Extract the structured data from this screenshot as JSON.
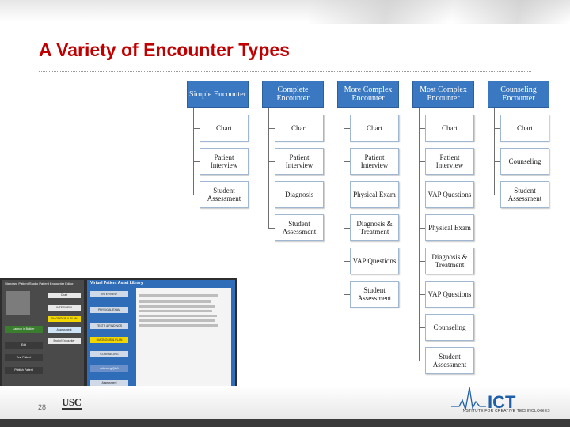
{
  "slide": {
    "title": "A Variety of Encounter Types",
    "page_number": "28"
  },
  "diagram": {
    "columns": [
      {
        "header": "Simple Encounter",
        "items": [
          "Chart",
          "Patient Interview",
          "Student Assessment"
        ]
      },
      {
        "header": "Complete Encounter",
        "items": [
          "Chart",
          "Patient Interview",
          "Diagnosis",
          "Student Assessment"
        ]
      },
      {
        "header": "More Complex Encounter",
        "items": [
          "Chart",
          "Patient Interview",
          "Physical Exam",
          "Diagnosis & Treatment",
          "VAP Questions",
          "Student Assessment"
        ]
      },
      {
        "header": "Most Complex Encounter",
        "items": [
          "Chart",
          "Patient Interview",
          "VAP Questions",
          "Physical Exam",
          "Diagnosis & Treatment",
          "VAP Questions",
          "Counseling",
          "Student Assessment"
        ]
      },
      {
        "header": "Counseling Encounter",
        "items": [
          "Chart",
          "Counseling",
          "Student Assessment"
        ]
      }
    ]
  },
  "screenshot": {
    "left_title": "Standard Patient Studio Patient Encounter Editor",
    "left_chips": [
      "Chart",
      "INTERVIEW",
      "DIAGNOSIS & PLAN",
      "Assessment",
      "End of Encounter"
    ],
    "left_buttons": [
      "Launch in Builder",
      "Edit",
      "Test Patient",
      "Publish Patient"
    ],
    "right_title": "Virtual Patient Asset Library",
    "right_chips": [
      "INTERVIEW",
      "PHYSICAL EXAM",
      "TESTS & FINDINGS",
      "DIAGNOSIS & PLAN",
      "COUNSELING",
      "Attending Q&A",
      "Assessment"
    ]
  },
  "footer": {
    "usc_logo_text": "USC",
    "ict_logo_text": "ICT",
    "ict_tagline": "INSTITUTE FOR CREATIVE TECHNOLOGIES"
  },
  "colors": {
    "title": "#c00000",
    "header_fill": "#3a78c2",
    "box_border": "#9fb7d2",
    "connector": "#6e6e6e"
  }
}
